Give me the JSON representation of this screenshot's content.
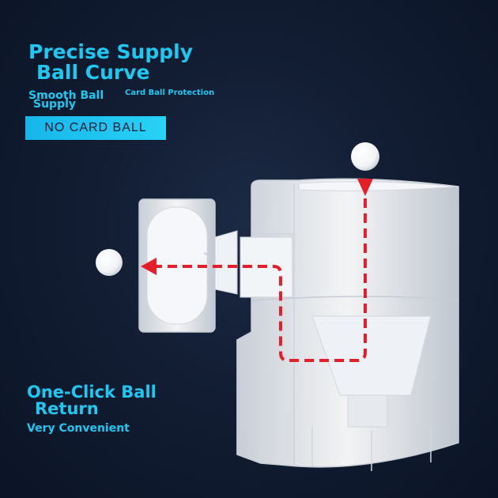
{
  "headline": {
    "line1": "Precise Supply",
    "line2": "Ball Curve"
  },
  "features": {
    "smooth_line1": "Smooth Ball",
    "smooth_line2": "Supply",
    "protection": "Card Ball Protection"
  },
  "badge": {
    "label": "NO CARD BALL"
  },
  "return_section": {
    "line1": "One-Click Ball",
    "line2": "Return",
    "subtitle": "Very Convenient"
  },
  "colors": {
    "accent": "#1ec8f0",
    "path": "#e3202a",
    "background": "#121d33"
  }
}
